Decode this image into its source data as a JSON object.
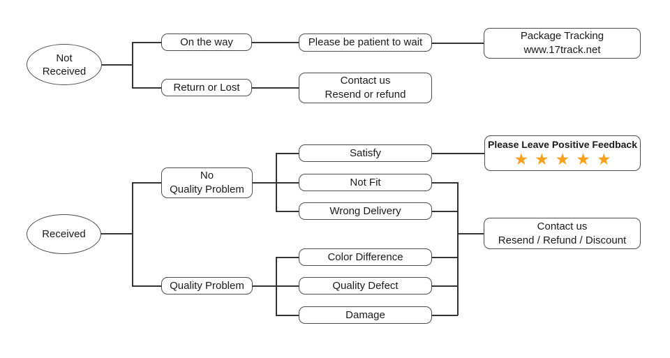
{
  "page": {
    "background": "#ffffff"
  },
  "palette": {
    "line": "#333333",
    "box_border": "#4d4d4d",
    "text": "#1a1a1a",
    "star": "#f6a01e"
  },
  "nodes": {
    "not_received": {
      "line1": "Not",
      "line2": "Received"
    },
    "on_the_way": {
      "label": "On the way"
    },
    "please_wait": {
      "label": "Please be patient to wait"
    },
    "package_tracking": {
      "line1": "Package Tracking",
      "line2": "www.17track.net"
    },
    "return_or_lost": {
      "label": "Return or Lost"
    },
    "contact_resend_refund": {
      "line1": "Contact us",
      "line2": "Resend or refund"
    },
    "received": {
      "label": "Received"
    },
    "no_quality_problem": {
      "line1": "No",
      "line2": "Quality Problem"
    },
    "quality_problem": {
      "label": "Quality Problem"
    },
    "satisfy": {
      "label": "Satisfy"
    },
    "not_fit": {
      "label": "Not Fit"
    },
    "wrong_delivery": {
      "label": "Wrong Delivery"
    },
    "color_difference": {
      "label": "Color Difference"
    },
    "quality_defect": {
      "label": "Quality Defect"
    },
    "damage": {
      "label": "Damage"
    },
    "positive_feedback": {
      "label": "Please Leave Positive Feedback",
      "stars": "★★★★★",
      "star_count": 5
    },
    "contact_discount": {
      "line1": "Contact us",
      "line2": "Resend / Refund / Discount"
    }
  }
}
